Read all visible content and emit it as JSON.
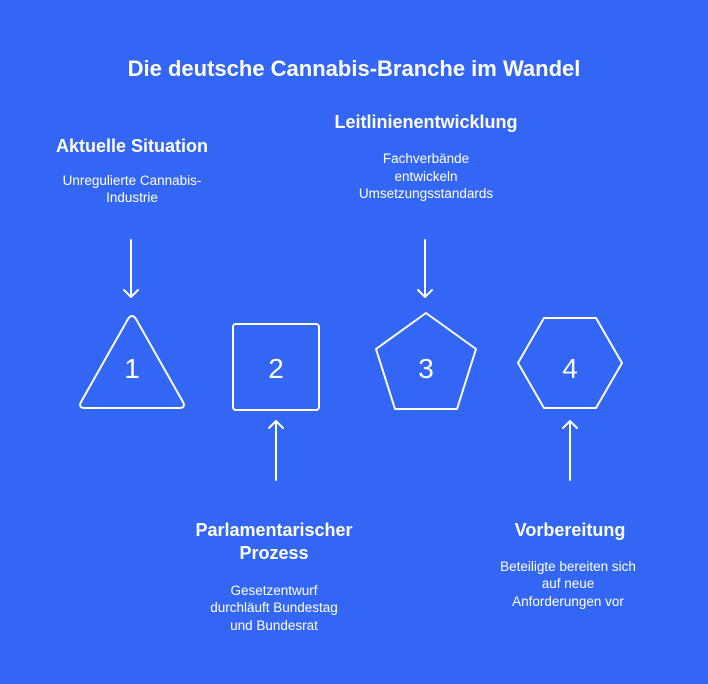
{
  "title": "Die deutsche Cannabis-Branche im Wandel",
  "colors": {
    "background": "#3366f5",
    "foreground": "#ffffff"
  },
  "steps": [
    {
      "number": "1",
      "shape": "triangle",
      "heading": [
        "Aktuelle Situation"
      ],
      "description": [
        "Unregulierte Cannabis-",
        "Industrie"
      ]
    },
    {
      "number": "2",
      "shape": "square",
      "heading": [
        "Parlamentarischer",
        "Prozess"
      ],
      "description": [
        "Gesetzentwurf",
        "durchläuft Bundestag",
        "und Bundesrat"
      ]
    },
    {
      "number": "3",
      "shape": "pentagon",
      "heading": [
        "Leitlinienentwicklung"
      ],
      "description": [
        "Fachverbände",
        "entwickeln",
        "Umsetzungsstandards"
      ]
    },
    {
      "number": "4",
      "shape": "hexagon",
      "heading": [
        "Vorbereitung"
      ],
      "description": [
        "Beteiligte bereiten sich",
        "auf neue",
        "Anforderungen vor"
      ]
    }
  ]
}
